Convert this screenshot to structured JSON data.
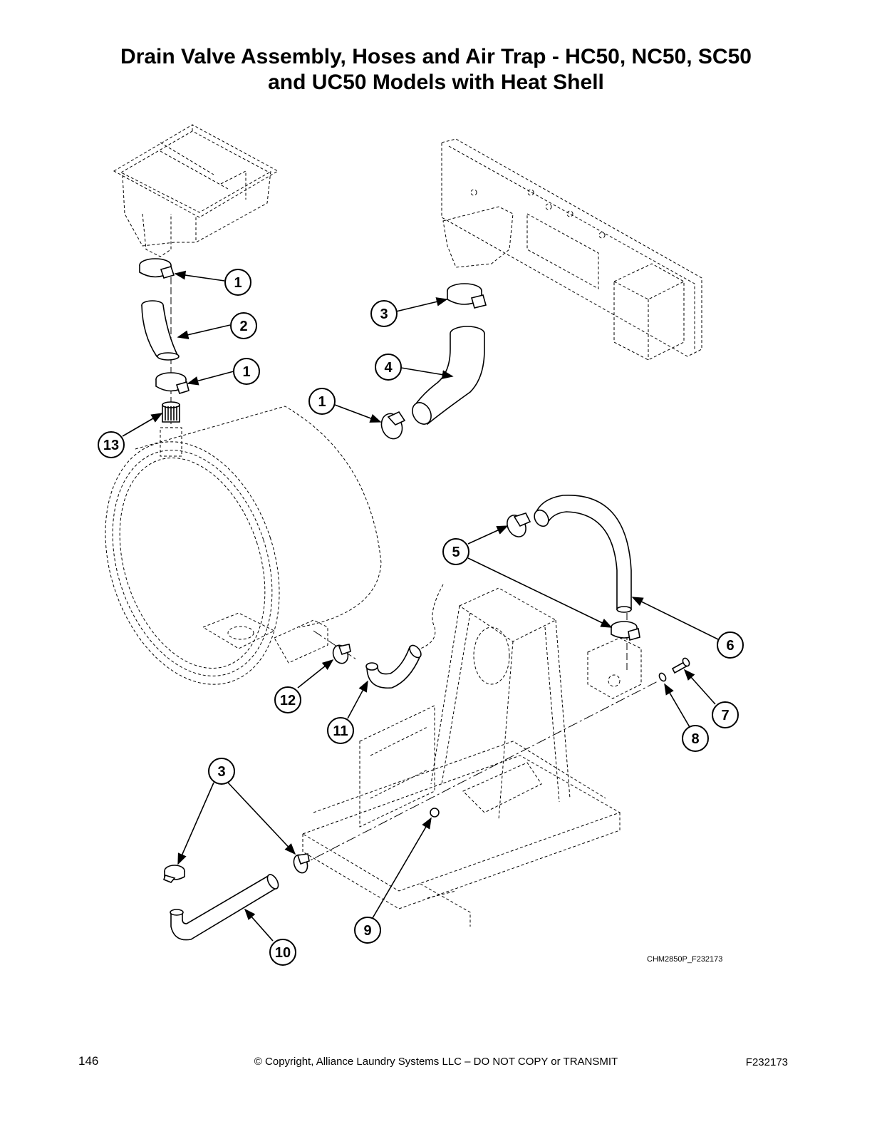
{
  "title": {
    "line1": "Drain Valve Assembly, Hoses and Air Trap - HC50, NC50, SC50",
    "line2": "and UC50 Models with Heat Shell"
  },
  "figure_code": "CHM2850P_F232173",
  "footer": {
    "page_number": "146",
    "copyright": "© Copyright, Alliance Laundry Systems LLC – DO NOT COPY or TRANSMIT",
    "document_id": "F232173"
  },
  "callouts": {
    "c1a": "1",
    "c2": "2",
    "c1b": "1",
    "c13": "13",
    "c3a": "3",
    "c4": "4",
    "c1c": "1",
    "c5": "5",
    "c6": "6",
    "c7": "7",
    "c8": "8",
    "c12": "12",
    "c11": "11",
    "c3b": "3",
    "c9": "9",
    "c10": "10"
  }
}
